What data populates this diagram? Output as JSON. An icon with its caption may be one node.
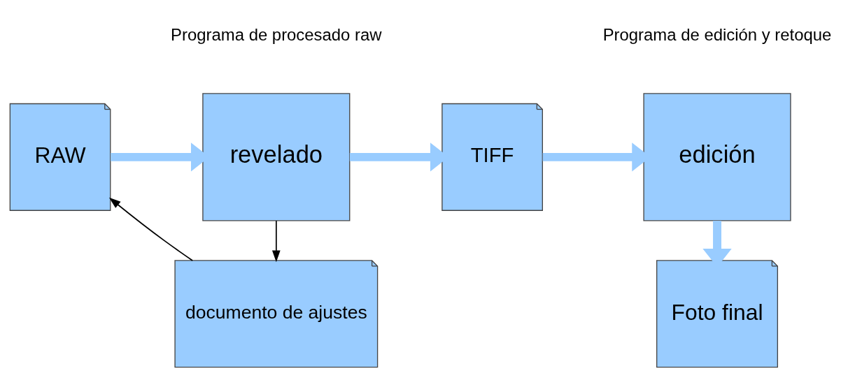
{
  "diagram": {
    "nodes": [
      {
        "text": [
          "RAW"
        ]
      },
      {
        "text": [
          "revelado"
        ],
        "beside": [
          "Programa de procesado raw"
        ]
      },
      {
        "text": [
          "TIFF"
        ]
      },
      {
        "text": [
          "edición"
        ],
        "beside": [
          "Programa de edición y retoque"
        ]
      },
      {
        "text": [
          "documento de ajustes"
        ]
      },
      {
        "text": [
          "Foto final"
        ]
      }
    ],
    "edges": [
      {
        "from": 0,
        "to": 1,
        "arrow": "to"
      },
      {
        "from": 1,
        "to": 2,
        "arrow": "to"
      },
      {
        "from": 2,
        "to": 3,
        "arrow": "to"
      },
      {
        "from": 3,
        "to": 5,
        "arrow": "to"
      },
      {
        "from": 1,
        "to": 4,
        "arrow": "to",
        "color": "#000000"
      },
      {
        "from": 4,
        "to": 0,
        "arrow": "to",
        "color": "#000000"
      }
    ]
  }
}
